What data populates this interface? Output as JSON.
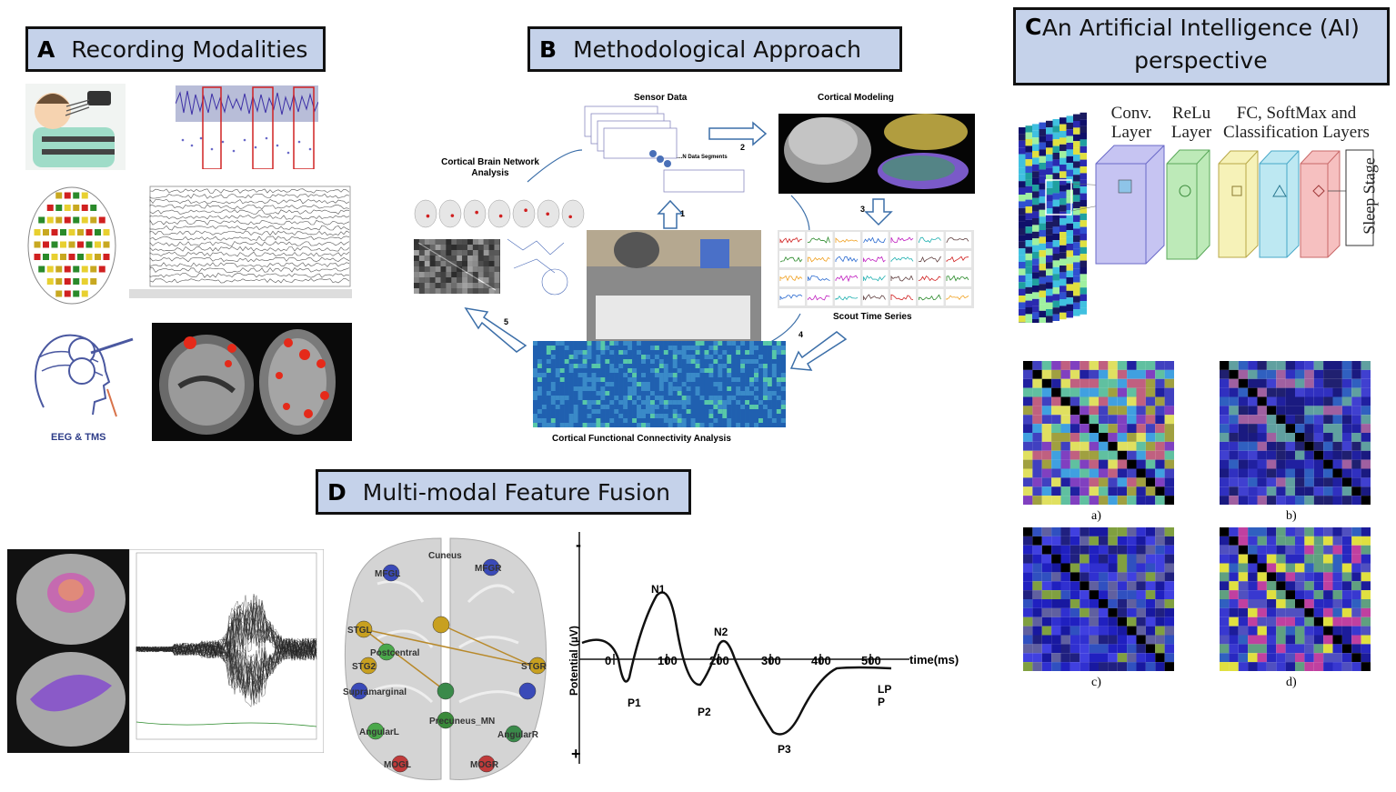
{
  "panel_a": {
    "letter": "A",
    "title": "Recording Modalities",
    "eeg_tms_label": "EEG & TMS"
  },
  "panel_b": {
    "letter": "B",
    "title": "Methodological Approach",
    "sensor_data": "Sensor Data",
    "cortical_modeling": "Cortical Modeling",
    "data_segments": "1...N Data Segments",
    "cortical_brain_network": "Cortical Brain Network Analysis",
    "scout_time_series": "Scout Time Series",
    "functional_connectivity": "Cortical Functional Connectivity Analysis",
    "steps": [
      "1",
      "2",
      "3",
      "4",
      "5"
    ]
  },
  "panel_c": {
    "letter": "C",
    "title": "An Artificial Intelligence (AI) perspective",
    "layer_conv": "Conv. Layer",
    "layer_relu": "ReLu Layer",
    "layer_fc": "FC, SoftMax and Classification Layers",
    "sleep_stage": "Sleep Stage",
    "matrix_labels": [
      "a)",
      "b)",
      "c)",
      "d)"
    ]
  },
  "panel_d": {
    "letter": "D",
    "title": "Multi-modal Feature Fusion",
    "erp": {
      "y_label": "Potential (µV)",
      "y_minus": "-",
      "y_plus": "+",
      "x_label": "time(ms)",
      "x_ticks": [
        "0",
        "100",
        "200",
        "300",
        "400",
        "500"
      ],
      "peaks": [
        "N1",
        "N2",
        "P1",
        "P2",
        "P3",
        "LP P"
      ]
    },
    "brain_nodes": [
      "MFGL",
      "MFGR",
      "STGL",
      "STG2",
      "STGR",
      "Postcentral",
      "Supramarginal",
      "Precuneus_MN",
      "AngularL",
      "AngularR",
      "MOGL",
      "MOGR",
      "Cuneus"
    ]
  },
  "colors": {
    "header_bg": "#c5d2ea",
    "header_border": "#111111",
    "heatmap_blue": "#2a2fd6",
    "arrow": "#3b6ea8"
  }
}
